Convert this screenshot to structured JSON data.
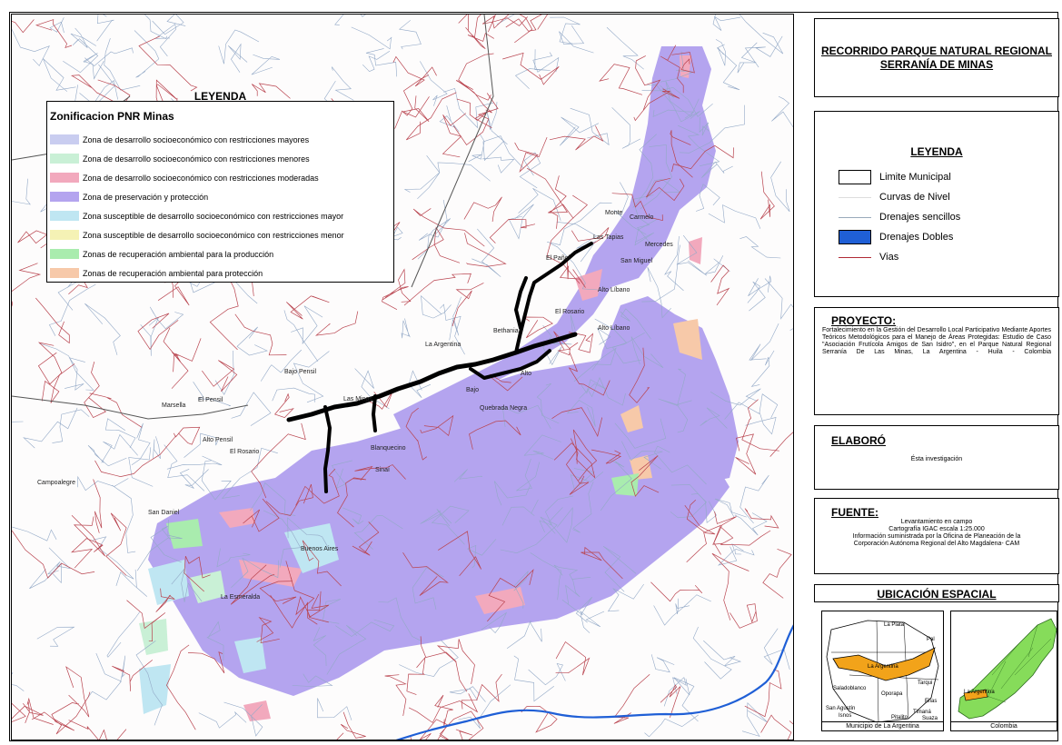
{
  "map_legend": {
    "title": "LEYENDA",
    "subtitle": "Zonificacion PNR Minas",
    "zones": [
      {
        "label": "Zona de desarrollo socioeconómico con restricciones mayores",
        "color": "#c9cdf0"
      },
      {
        "label": "Zona de desarrollo socioeconómico con restricciones menores",
        "color": "#c9f0d6"
      },
      {
        "label": "Zona de desarrollo socioeconómico con restricciones moderadas",
        "color": "#f2a9bd"
      },
      {
        "label": "Zona de preservación y protección",
        "color": "#b4a4ef"
      },
      {
        "label": "Zona susceptible de desarrollo socioeconómico con restricciones mayor",
        "color": "#bfe6f2"
      },
      {
        "label": "Zona susceptible de desarrollo socioeconómico con restricciones menor",
        "color": "#f5f2b5"
      },
      {
        "label": "Zonas de recuperación ambiental para la producción",
        "color": "#a9ecae"
      },
      {
        "label": "Zonas de recuperación ambiental para protección",
        "color": "#f7c9a9"
      }
    ]
  },
  "places": [
    {
      "name": "Monte",
      "id": "p1"
    },
    {
      "name": "Carmelo",
      "id": "p2"
    },
    {
      "name": "Mercedes",
      "id": "p3"
    },
    {
      "name": "Las Tapias",
      "id": "p4"
    },
    {
      "name": "San Miguel",
      "id": "p5"
    },
    {
      "name": "El Pañol",
      "id": "p6"
    },
    {
      "name": "Alto Líbano",
      "id": "p7"
    },
    {
      "name": "Bethania",
      "id": "p8"
    },
    {
      "name": "El Rosario",
      "id": "p9"
    },
    {
      "name": "Alto Líbano",
      "id": "p10"
    },
    {
      "name": "Bajo Pensil",
      "id": "p11"
    },
    {
      "name": "La Argentina",
      "id": "p12"
    },
    {
      "name": "Marsella",
      "id": "p13"
    },
    {
      "name": "El Pensil",
      "id": "p14"
    },
    {
      "name": "Alto Pensil",
      "id": "p15"
    },
    {
      "name": "Blanquecino",
      "id": "p16"
    },
    {
      "name": "Quebrada Negra",
      "id": "p17"
    },
    {
      "name": "El Rosario",
      "id": "p18"
    },
    {
      "name": "Sinaí",
      "id": "p19"
    },
    {
      "name": "Campoalegre",
      "id": "p20"
    },
    {
      "name": "San Daniel",
      "id": "p21"
    },
    {
      "name": "Buenos Aires",
      "id": "p22"
    },
    {
      "name": "La Esmeralda",
      "id": "p23"
    },
    {
      "name": "Las Minas",
      "id": "p24"
    },
    {
      "name": "Alto",
      "id": "p25"
    },
    {
      "name": "Bajo",
      "id": "p26"
    }
  ],
  "panel": {
    "title": "RECORRIDO PARQUE NATURAL REGIONAL SERRANÍA DE MINAS",
    "legend_title": "LEYENDA",
    "legend_items": [
      {
        "label": "Limite Municipal",
        "symbol": "white-box"
      },
      {
        "label": "Curvas de Nivel",
        "symbol": "thin-gray-line"
      },
      {
        "label": "Drenajes sencillos",
        "symbol": "blue-gray-line"
      },
      {
        "label": "Drenajes Dobles",
        "symbol": "blue-box",
        "color": "#1f5fd6"
      },
      {
        "label": "Vias",
        "symbol": "red-line",
        "color": "#b02a35"
      }
    ],
    "proyecto_title": "PROYECTO:",
    "proyecto_text": "Fortalecimiento en la Gestión del Desarrollo Local Participativo Mediante Aportes Teóricos Metodológicos para el Manejo de Áreas Protegidas: Estudio de Caso \"Asociación Frutícola Amigos de San Isidro\", en el Parque Natural Regional Serranía De Las Minas, La Argentina - Huila - Colombia",
    "elaboro_title": "ELABORÓ",
    "elaboro_text": "Ésta investigación",
    "fuente_title": "FUENTE:",
    "fuente_lines": [
      "Levantamiento en campo",
      "Cartografía IGAC escala 1:25.000",
      "Información suministrada por la Oficina de Planeación de la",
      "Corporación Autónoma Regional del Alto Magdalena- CAM"
    ],
    "ubicacion_title": "UBICACIÓN ESPACIAL",
    "mini_municipio": {
      "caption": "Municipio de La Argentina",
      "labels": [
        "La Plata",
        "Pal",
        "La Argentina",
        "Tarqui",
        "Saladoblanco",
        "Oporapa",
        "Elías",
        "San Agustín",
        "Isnos",
        "Pitalito",
        "Timaná",
        "Suaza"
      ]
    },
    "mini_colombia": {
      "caption": "Colombia",
      "labels": [
        "La Argentina"
      ]
    }
  }
}
